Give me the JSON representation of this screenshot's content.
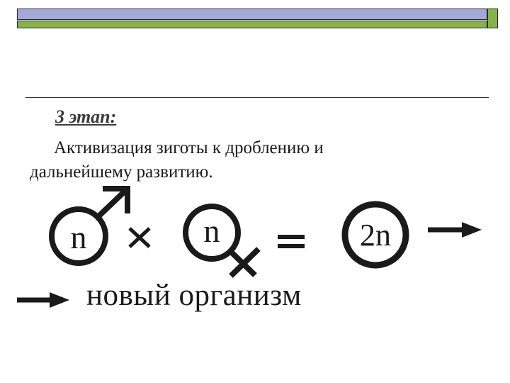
{
  "slide": {
    "stage_title": "3 этап:",
    "body": "Активизация зиготы к дроблению и дальнейшему развитию.",
    "result": "новый организм"
  },
  "diagram": {
    "male_gamete_label": "n",
    "female_gamete_label": "n",
    "zygote_label": "2n",
    "cross_symbol": "×",
    "equals_symbol": "="
  },
  "colors": {
    "header_bar": "#a2a8d8",
    "header_accent": "#86b24a",
    "symbol_stroke": "#1a1a1a"
  },
  "icons": [
    "male-symbol-icon",
    "female-symbol-icon",
    "cross-icon",
    "equals-icon",
    "arrow-right-icon"
  ]
}
